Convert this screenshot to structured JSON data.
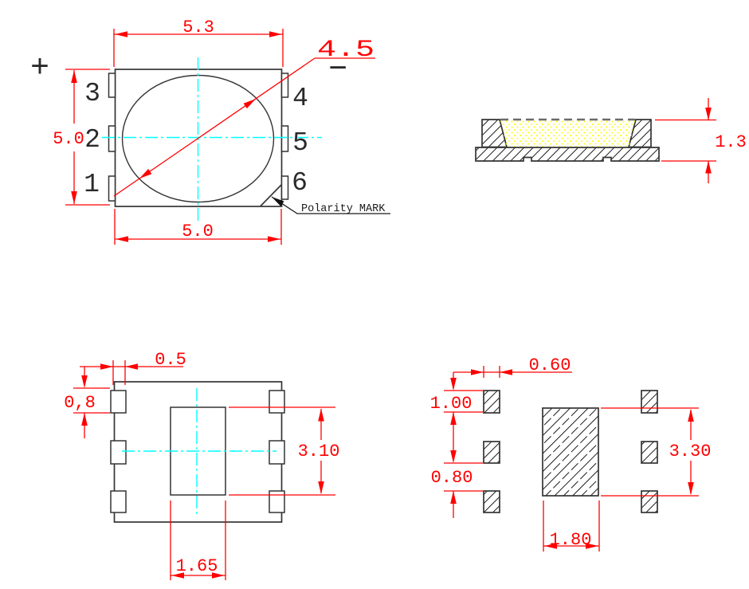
{
  "colors": {
    "dimension_red": "#ff0000",
    "centerline_cyan": "#00ffff",
    "outline_dark": "#343434",
    "hatch_black": "#1c1c1c",
    "encapsulant_dots_yellow": "#ffff00",
    "cavity_top_dashed_gray": "#6b6b6b"
  },
  "top_view": {
    "polarity_positive": "+",
    "polarity_negative": "−",
    "pins_left": [
      "3",
      "2",
      "1"
    ],
    "pins_right": [
      "4",
      "5",
      "6"
    ],
    "dims": {
      "body_width_top": "5.3",
      "lens_diameter": "4.5",
      "body_height": "5.0",
      "body_width_bottom": "5.0"
    },
    "polarity_mark_label": "Polarity MARK"
  },
  "side_view": {
    "dims": {
      "total_height": "1.3"
    }
  },
  "bottom_view": {
    "dims": {
      "pad_width": "0.5",
      "pad_height": "0,8",
      "slug_height": "3.10",
      "slug_width": "1.65"
    }
  },
  "pad_layout_view": {
    "dims": {
      "pad_width": "0.60",
      "pad_height": "1.00",
      "pad_gap": "0.80",
      "pad_span": "3.30",
      "center_pad_width": "1.80"
    }
  }
}
